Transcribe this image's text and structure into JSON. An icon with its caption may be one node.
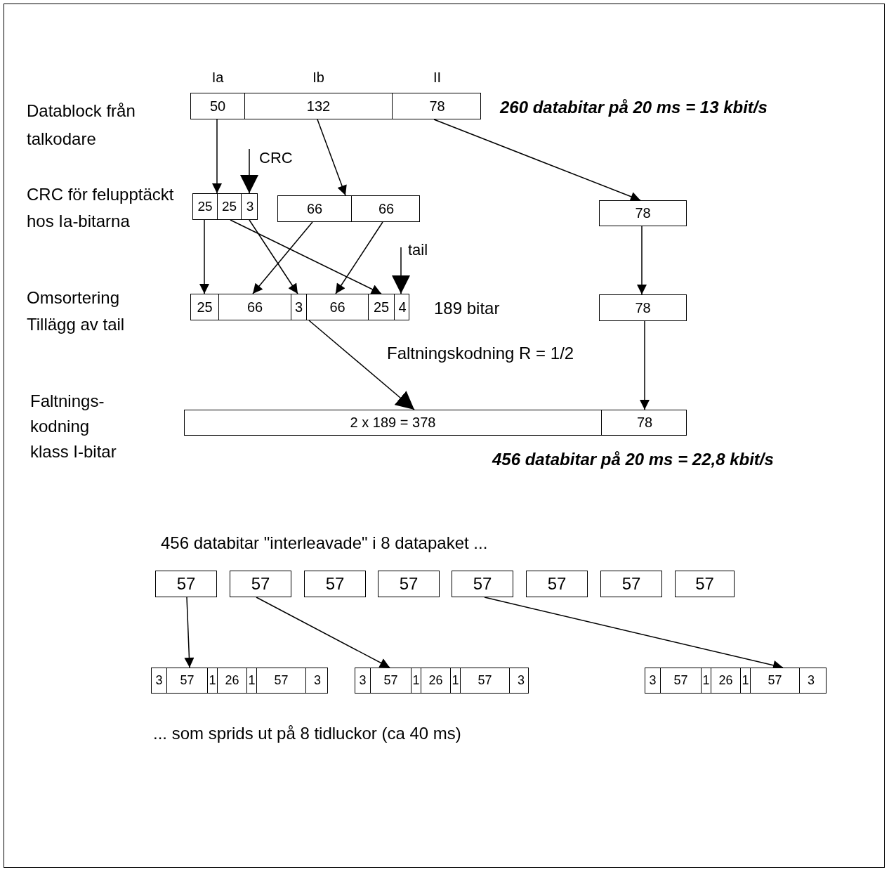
{
  "diagram": {
    "nodes": [
      {
        "text": [],
        "shape": "bar"
      },
      {
        "text": [
          "50"
        ],
        "in": 0,
        "beside": [
          "Ia"
        ]
      },
      {
        "text": [
          "132"
        ],
        "in": 0,
        "beside": [
          "Ib"
        ]
      },
      {
        "text": [
          "78"
        ],
        "in": 0,
        "beside": [
          "II"
        ]
      },
      {
        "text": [],
        "shape": "bar"
      },
      {
        "text": [
          "25"
        ],
        "in": 4
      },
      {
        "text": [
          "25"
        ],
        "in": 4
      },
      {
        "text": [
          "3"
        ],
        "in": 4
      },
      {
        "text": [],
        "shape": "bar"
      },
      {
        "text": [
          "66"
        ],
        "in": 8
      },
      {
        "text": [
          "66"
        ],
        "in": 8
      },
      {
        "text": [
          "78"
        ]
      },
      {
        "text": [],
        "shape": "bar"
      },
      {
        "text": [
          "25"
        ],
        "in": 12
      },
      {
        "text": [
          "66"
        ],
        "in": 12
      },
      {
        "text": [
          "3"
        ],
        "in": 12
      },
      {
        "text": [
          "66"
        ],
        "in": 12
      },
      {
        "text": [
          "25"
        ],
        "in": 12
      },
      {
        "text": [
          "4"
        ],
        "in": 12
      },
      {
        "text": [
          "78"
        ]
      },
      {
        "text": [],
        "shape": "bar"
      },
      {
        "text": [
          "2 x 189 = 378"
        ],
        "in": 20
      },
      {
        "text": [
          "78"
        ],
        "in": 20
      },
      {
        "text": [
          "57"
        ]
      },
      {
        "text": [
          "57"
        ]
      },
      {
        "text": [
          "57"
        ]
      },
      {
        "text": [
          "57"
        ]
      },
      {
        "text": [
          "57"
        ]
      },
      {
        "text": [
          "57"
        ]
      },
      {
        "text": [
          "57"
        ]
      },
      {
        "text": [
          "57"
        ]
      },
      {
        "text": [],
        "shape": "bar"
      },
      {
        "text": [
          "3"
        ],
        "in": 31
      },
      {
        "text": [
          "57"
        ],
        "in": 31
      },
      {
        "text": [
          "1"
        ],
        "in": 31
      },
      {
        "text": [
          "26"
        ],
        "in": 31
      },
      {
        "text": [
          "1"
        ],
        "in": 31
      },
      {
        "text": [
          "57"
        ],
        "in": 31
      },
      {
        "text": [
          "3"
        ],
        "in": 31
      },
      {
        "text": [],
        "shape": "bar"
      },
      {
        "text": [
          "3"
        ],
        "in": 39
      },
      {
        "text": [
          "57"
        ],
        "in": 39
      },
      {
        "text": [
          "1"
        ],
        "in": 39
      },
      {
        "text": [
          "26"
        ],
        "in": 39
      },
      {
        "text": [
          "1"
        ],
        "in": 39
      },
      {
        "text": [
          "57"
        ],
        "in": 39
      },
      {
        "text": [
          "3"
        ],
        "in": 39
      },
      {
        "text": [],
        "shape": "bar"
      },
      {
        "text": [
          "3"
        ],
        "in": 47
      },
      {
        "text": [
          "57"
        ],
        "in": 47
      },
      {
        "text": [
          "1"
        ],
        "in": 47
      },
      {
        "text": [
          "26"
        ],
        "in": 47
      },
      {
        "text": [
          "1"
        ],
        "in": 47
      },
      {
        "text": [
          "57"
        ],
        "in": 47
      },
      {
        "text": [
          "3"
        ],
        "in": 47
      }
    ],
    "edges": [
      {
        "from": 1,
        "to": 4,
        "arrow": "to"
      },
      {
        "from": null,
        "to": 7,
        "arrow": "to",
        "label": "CRC"
      },
      {
        "from": 2,
        "to": 8,
        "arrow": "to"
      },
      {
        "from": 3,
        "to": 11,
        "arrow": "to"
      },
      {
        "from": 5,
        "to": 13,
        "arrow": "to"
      },
      {
        "from": 6,
        "to": 17,
        "arrow": "to"
      },
      {
        "from": 7,
        "to": 15,
        "arrow": "to"
      },
      {
        "from": 9,
        "to": 14,
        "arrow": "to"
      },
      {
        "from": 10,
        "to": 16,
        "arrow": "to"
      },
      {
        "from": null,
        "to": 18,
        "arrow": "to",
        "label": "tail"
      },
      {
        "from": 11,
        "to": 19,
        "arrow": "to"
      },
      {
        "from": 12,
        "to": 21,
        "arrow": "to"
      },
      {
        "from": 19,
        "to": 22,
        "arrow": "to"
      },
      {
        "from": 23,
        "to": 31,
        "arrow": "to"
      },
      {
        "from": 24,
        "to": 39,
        "arrow": "to"
      },
      {
        "from": 27,
        "to": 47,
        "arrow": "to"
      }
    ],
    "labels": [
      "Datablock från talkodare",
      "260 databitar på 20 ms = 13 kbit/s",
      "CRC för felupptäckt hos Ia-bitarna",
      "Omsortering Tillägg av tail",
      "189 bitar",
      "Faltningskodning R = 1/2",
      "Faltnings- kodning klass I-bitar",
      "456 databitar på 20 ms = 22,8 kbit/s",
      "456 databitar \"interleavade\" i 8 datapaket ...",
      "... som sprids ut på 8 tidluckor (ca 40 ms)"
    ]
  }
}
